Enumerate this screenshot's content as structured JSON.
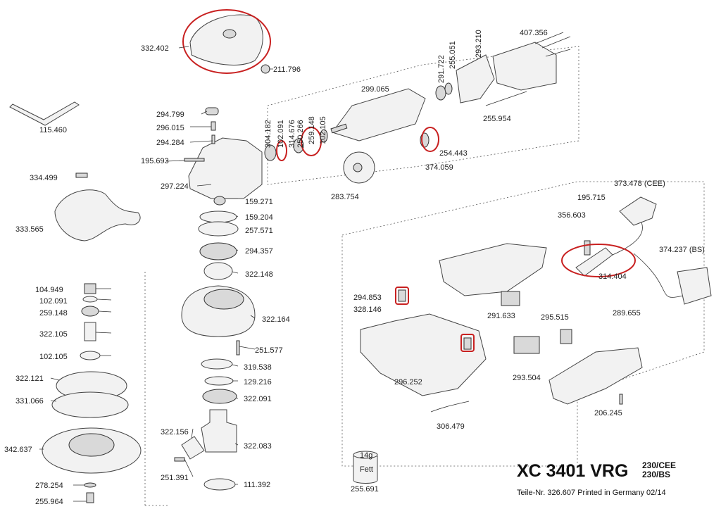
{
  "title": {
    "model": "XC 3401 VRG",
    "variants": [
      "230/CEE",
      "230/BS"
    ],
    "part_number_line": "Teile-Nr. 326.607 Printed in Germany 02/14"
  },
  "grease": {
    "weight": "14g",
    "label": "Fett"
  },
  "part_labels": [
    "332.402",
    "211.796",
    "115.460",
    "294.799",
    "296.015",
    "294.284",
    "195.693",
    "304.182",
    "102.091",
    "314.676",
    "250.266",
    "259.148",
    "102.105",
    "299.065",
    "291.722",
    "255.051",
    "293.210",
    "407.356",
    "255.954",
    "254.443",
    "374.059",
    "283.754",
    "334.499",
    "297.224",
    "333.565",
    "159.271",
    "159.204",
    "257.571",
    "294.357",
    "322.148",
    "104.949",
    "102.091",
    "259.148",
    "322.105",
    "102.105",
    "322.164",
    "251.577",
    "322.121",
    "331.066",
    "319.538",
    "129.216",
    "322.091",
    "342.637",
    "322.156",
    "322.083",
    "251.391",
    "278.254",
    "111.392",
    "255.964",
    "255.691",
    "373.478 (CEE)",
    "195.715",
    "356.603",
    "374.237 (BS)",
    "314.404",
    "289.655",
    "294.853",
    "328.146",
    "291.633",
    "295.515",
    "296.252",
    "293.504",
    "206.245",
    "306.479"
  ],
  "colors": {
    "highlight": "#c82020",
    "line": "#333333"
  }
}
